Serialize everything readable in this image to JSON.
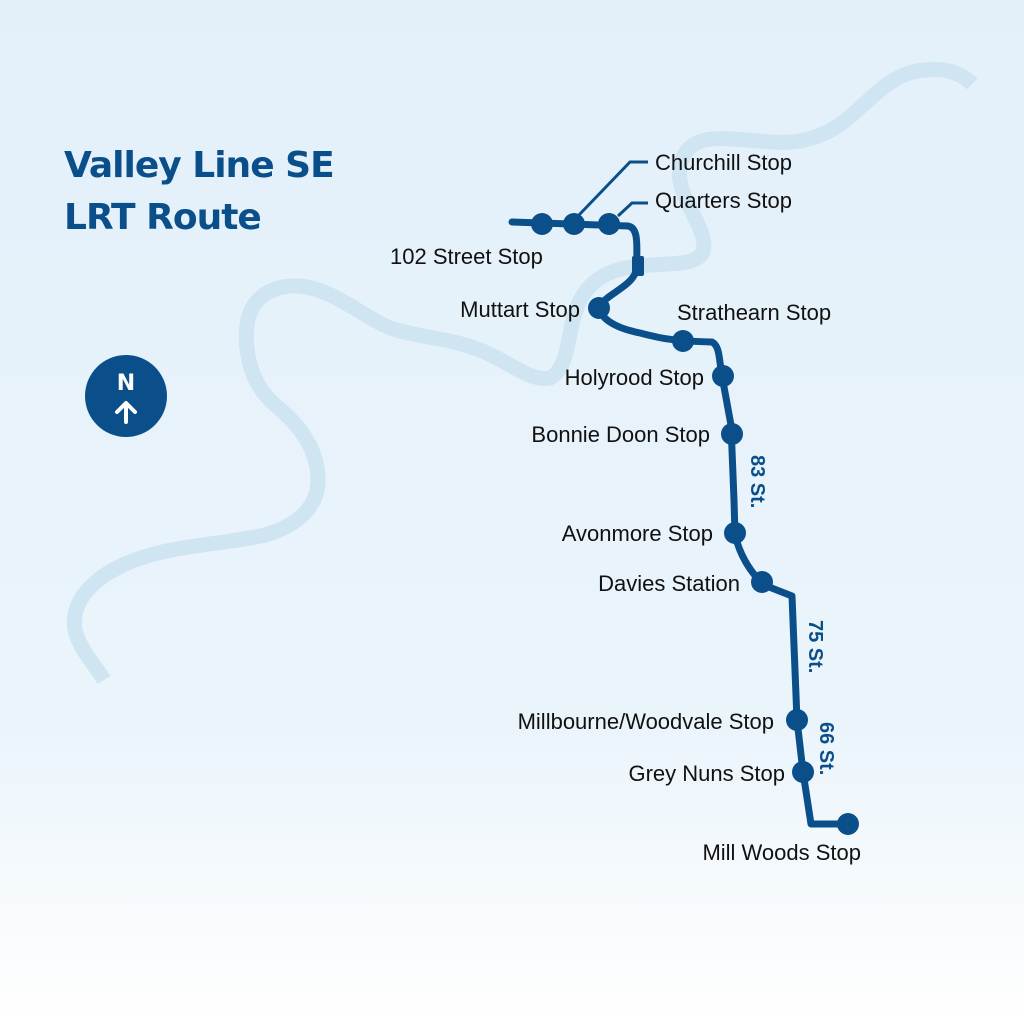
{
  "title": {
    "line1": "Valley Line SE",
    "line2": "LRT Route"
  },
  "compass": {
    "label": "N",
    "icon": "north-arrow-icon"
  },
  "colors": {
    "route": "#0b4f8a",
    "river": "#cfe5f2",
    "background_top": "#e3f0fa",
    "background_bottom": "#ffffff",
    "label": "#111111"
  },
  "stops": [
    {
      "name": "102 Street Stop"
    },
    {
      "name": "Churchill Stop"
    },
    {
      "name": "Quarters Stop"
    },
    {
      "name": "Muttart Stop"
    },
    {
      "name": "Strathearn Stop"
    },
    {
      "name": "Holyrood Stop"
    },
    {
      "name": "Bonnie Doon Stop"
    },
    {
      "name": "Avonmore Stop"
    },
    {
      "name": "Davies Station"
    },
    {
      "name": "Millbourne/Woodvale Stop"
    },
    {
      "name": "Grey Nuns Stop"
    },
    {
      "name": "Mill Woods Stop"
    }
  ],
  "streets": [
    {
      "name": "83 St."
    },
    {
      "name": "75 St."
    },
    {
      "name": "66 St."
    }
  ]
}
